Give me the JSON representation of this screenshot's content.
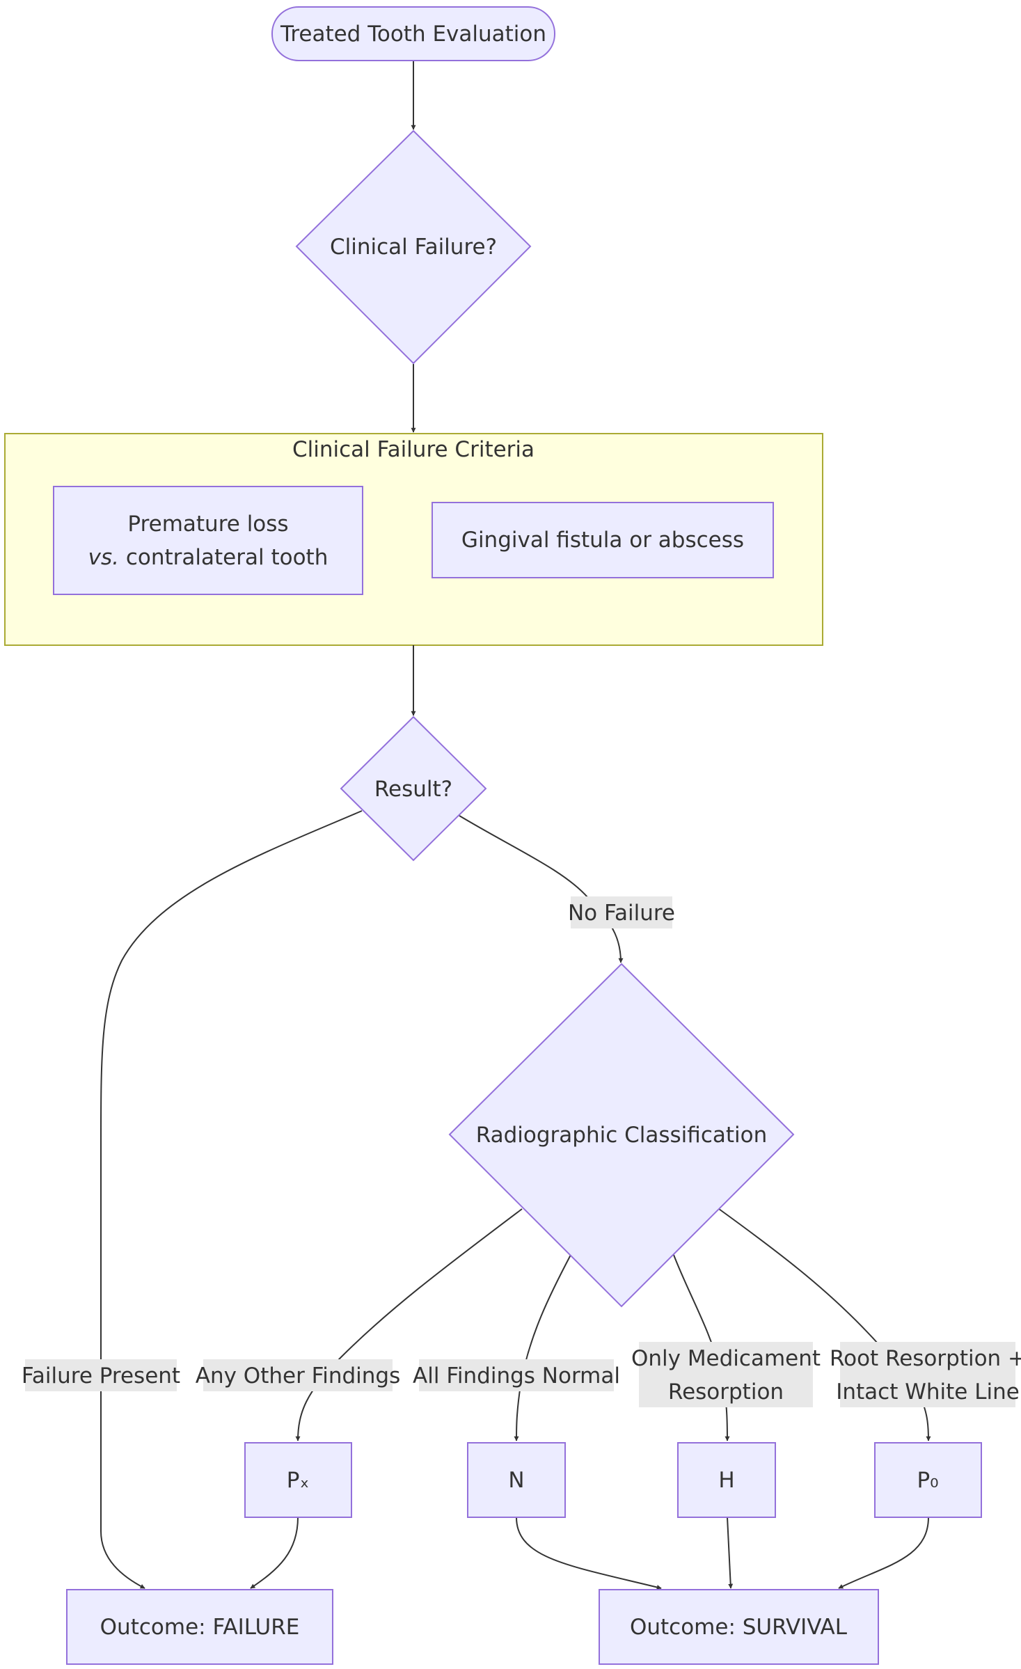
{
  "nodes": {
    "start": "Treated Tooth Evaluation",
    "clinical_failure_q": "Clinical Failure?",
    "premature_loss_line1": "Premature loss",
    "premature_loss_vs": "vs.",
    "premature_loss_line2": " contralateral tooth",
    "gingival_fistula": "Gingival fistula or abscess",
    "result_q": "Result?",
    "radiographic": "Radiographic Classification",
    "px": "Pₓ",
    "n": "N",
    "h": "H",
    "p0": "P₀",
    "outcome_failure": "Outcome: FAILURE",
    "outcome_survival": "Outcome: SURVIVAL"
  },
  "cluster": {
    "title": "Clinical Failure Criteria"
  },
  "edge_labels": {
    "no_failure": "No Failure",
    "failure_present": "Failure Present",
    "any_other": "Any Other Findings",
    "all_normal": "All Findings Normal",
    "only_medicament_1": "Only Medicament",
    "only_medicament_2": "Resorption",
    "root_resorption_1": "Root Resorption +",
    "root_resorption_2": "Intact White Line"
  },
  "colors": {
    "node_fill": "#ECECFF",
    "node_stroke": "#9370DB",
    "cluster_fill": "#FFFFDE",
    "cluster_stroke": "#AAAA33",
    "edge": "#333333",
    "edge_label_bg": "#e8e8e8"
  }
}
